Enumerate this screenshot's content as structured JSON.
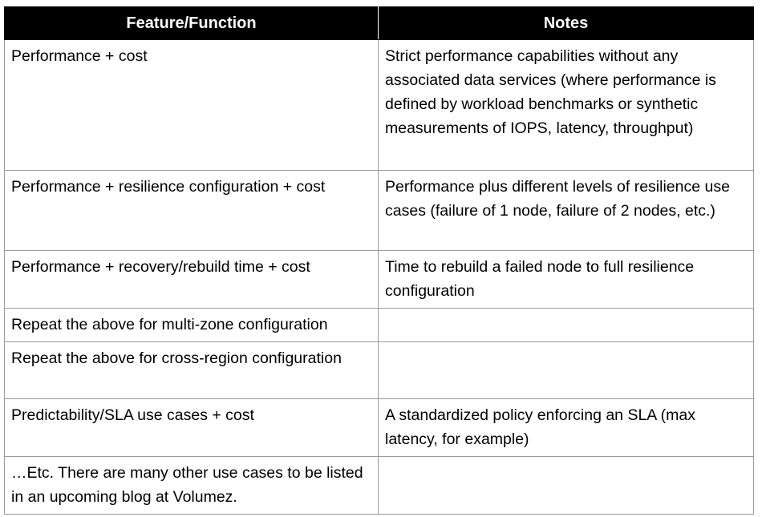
{
  "table": {
    "headers": [
      "Feature/Function",
      "Notes"
    ],
    "rows": [
      {
        "feature": "Performance + cost",
        "notes": "Strict performance capabilities without any associated data services (where performance is defined by workload benchmarks or synthetic measurements of IOPS, latency, throughput)"
      },
      {
        "feature": "Performance + resilience configuration + cost",
        "notes": "Performance plus different levels of resilience use cases (failure of 1 node, failure of 2 nodes, etc.)"
      },
      {
        "feature": "Performance + recovery/rebuild time + cost",
        "notes": "Time to rebuild a failed node to full resilience configuration"
      },
      {
        "feature": "Repeat the above for multi-zone configuration",
        "notes": ""
      },
      {
        "feature": "Repeat the above for cross-region configuration",
        "notes": ""
      },
      {
        "feature": "Predictability/SLA use cases + cost",
        "notes": "A standardized policy enforcing an SLA (max latency, for example)"
      },
      {
        "feature": "…Etc.  There are many other use cases to be listed in an upcoming blog at Volumez.",
        "notes": ""
      }
    ]
  }
}
